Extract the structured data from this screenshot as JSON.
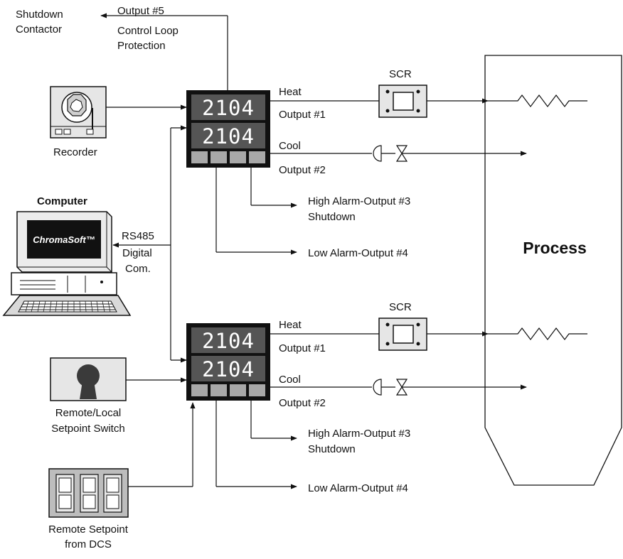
{
  "labels": {
    "shutdown_contactor_line1": "Shutdown",
    "shutdown_contactor_line2": "Contactor",
    "output5": "Output #5",
    "control_loop_line1": "Control Loop",
    "control_loop_line2": "Protection",
    "recorder": "Recorder",
    "computer": "Computer",
    "software": "ChromaSoft™",
    "rs485": "RS485",
    "digital": "Digital",
    "com": "Com.",
    "remote_local_line1": "Remote/Local",
    "remote_local_line2": "Setpoint Switch",
    "remote_sp_line1": "Remote Setpoint",
    "remote_sp_line2": "from DCS",
    "process": "Process"
  },
  "controllers": [
    {
      "display_top": "2104",
      "display_bottom": "2104",
      "heat": "Heat",
      "output1": "Output #1",
      "cool": "Cool",
      "output2": "Output #2",
      "scr": "SCR",
      "high_alarm": "High Alarm-Output #3",
      "shutdown": "Shutdown",
      "low_alarm": "Low Alarm-Output #4"
    },
    {
      "display_top": "2104",
      "display_bottom": "2104",
      "heat": "Heat",
      "output1": "Output #1",
      "cool": "Cool",
      "output2": "Output #2",
      "scr": "SCR",
      "high_alarm": "High Alarm-Output #3",
      "shutdown": "Shutdown",
      "low_alarm": "Low Alarm-Output #4"
    }
  ],
  "icons": [
    "recorder-icon",
    "computer-icon",
    "keyboard-icon",
    "selector-switch-icon",
    "dcs-icon",
    "scr-icon",
    "valve-icon",
    "heater-icon",
    "vessel-icon"
  ]
}
